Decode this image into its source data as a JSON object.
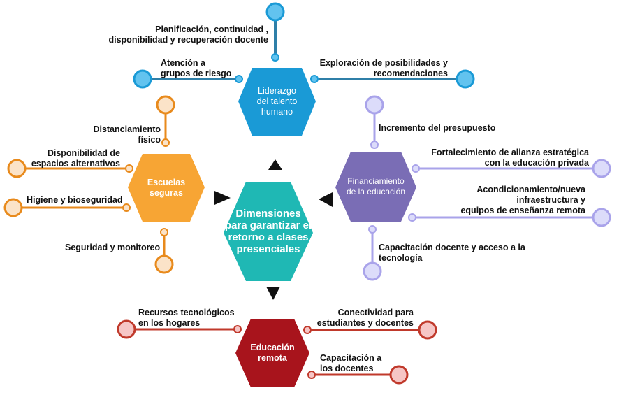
{
  "center": {
    "lines": [
      "Dimensiones",
      "para garantizar el",
      "retorno a clases",
      "presenciales"
    ]
  },
  "liderazgo": {
    "title": [
      "Liderazgo",
      "del talento",
      "humano"
    ],
    "items": [
      [
        "Planificación, continuidad ,",
        "disponibilidad y recuperación docente"
      ],
      [
        "Atención a",
        "grupos de riesgo"
      ],
      [
        "Exploración de posibilidades y",
        "recomendaciones"
      ]
    ]
  },
  "escuelas": {
    "title": [
      "Escuelas",
      "seguras"
    ],
    "items": [
      [
        "Distanciamiento",
        "físico"
      ],
      [
        "Disponibilidad de",
        "espacios alternativos"
      ],
      [
        "Higiene y bioseguridad"
      ],
      [
        "Seguridad y monitoreo"
      ]
    ]
  },
  "financiamiento": {
    "title": [
      "Financiamiento",
      "de la educación"
    ],
    "items": [
      [
        "Incremento del presupuesto"
      ],
      [
        "Fortalecimiento de alianza estratégica",
        "con la educación privada"
      ],
      [
        "Acondicionamiento/nueva",
        "infraestructura y",
        "equipos de enseñanza remota"
      ],
      [
        "Capacitación docente y acceso a la",
        "tecnología"
      ]
    ]
  },
  "remota": {
    "title": [
      "Educación",
      "remota"
    ],
    "items": [
      [
        "Recursos tecnológicos",
        "en los hogares"
      ],
      [
        "Conectividad para",
        "estudiantes y docentes"
      ],
      [
        "Capacitación a",
        "los docentes"
      ]
    ]
  },
  "colors": {
    "center": "#1fb8b4",
    "liderazgo": "#1a9ad6",
    "liderazgo_line": "#2f7fa8",
    "escuelas": "#f7a534",
    "escuelas_line": "#e88a1c",
    "escuelas_fill": "#fbe3c8",
    "financiamiento": "#7a6db5",
    "financiamiento_line": "#a9a3ea",
    "financiamiento_fill": "#dcdcfa",
    "remota": "#a8141c",
    "remota_line": "#c0392b",
    "remota_fill": "#f6c6c6",
    "arrow": "#111111"
  }
}
